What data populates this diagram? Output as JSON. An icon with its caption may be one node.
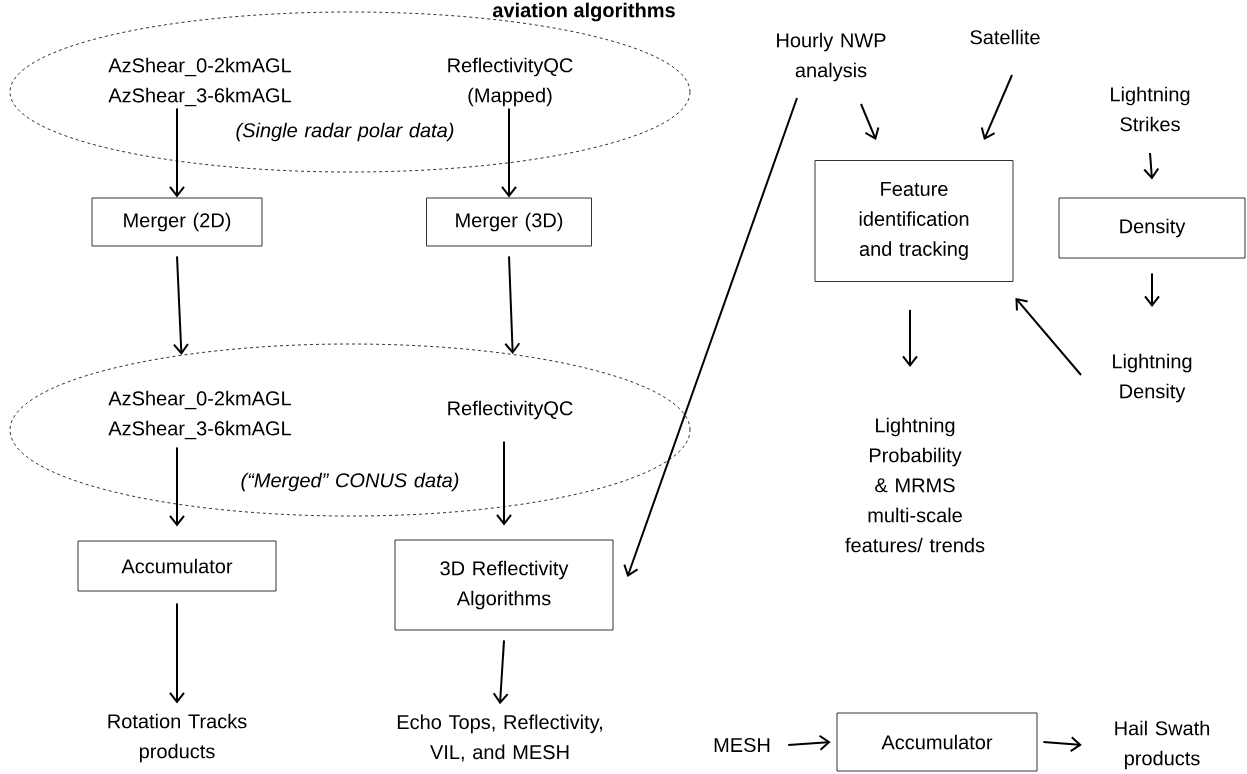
{
  "diagram": {
    "title": "aviation algorithms",
    "nodes": [
      {
        "text": [
          "(Single radar polar data)"
        ]
      },
      {
        "text": [
          "AzShear_0-2kmAGL AzShear_3-6kmAGL"
        ],
        "in": 0
      },
      {
        "text": [
          "ReflectivityQC (Mapped)"
        ],
        "in": 0
      },
      {
        "text": [
          "Merger (2D)"
        ]
      },
      {
        "text": [
          "Merger (3D)"
        ]
      },
      {
        "text": [
          "(“Merged” CONUS data)"
        ]
      },
      {
        "text": [
          "AzShear_0-2kmAGL AzShear_3-6kmAGL"
        ],
        "in": 5
      },
      {
        "text": [
          "ReflectivityQC"
        ],
        "in": 5
      },
      {
        "text": [
          "Accumulator"
        ]
      },
      {
        "text": [
          "3D Reflectivity Algorithms"
        ]
      },
      {
        "text": [
          "Rotation Tracks products"
        ]
      },
      {
        "text": [
          "Echo Tops, Reflectivity, VIL, and MESH"
        ]
      },
      {
        "text": [
          "Hourly NWP analysis"
        ]
      },
      {
        "text": [
          "Satellite"
        ]
      },
      {
        "text": [
          "Feature identification and tracking"
        ]
      },
      {
        "text": [
          "Lightning Strikes"
        ]
      },
      {
        "text": [
          "Density"
        ]
      },
      {
        "text": [
          "Lightning Density"
        ]
      },
      {
        "text": [
          "Lightning Probability & MRMS multi-scale features/ trends"
        ]
      },
      {
        "text": [
          "MESH"
        ]
      },
      {
        "text": [
          "Accumulator"
        ]
      },
      {
        "text": [
          "Hail Swath products"
        ]
      }
    ],
    "edges": [
      {
        "from": 1,
        "to": 3,
        "arrow": "to"
      },
      {
        "from": 2,
        "to": 4,
        "arrow": "to"
      },
      {
        "from": 3,
        "to": 5,
        "arrow": "to"
      },
      {
        "from": 4,
        "to": 5,
        "arrow": "to"
      },
      {
        "from": 6,
        "to": 8,
        "arrow": "to"
      },
      {
        "from": 7,
        "to": 9,
        "arrow": "to"
      },
      {
        "from": 8,
        "to": 10,
        "arrow": "to"
      },
      {
        "from": 9,
        "to": 11,
        "arrow": "to"
      },
      {
        "from": 12,
        "to": 9,
        "arrow": "to"
      },
      {
        "from": 12,
        "to": 14,
        "arrow": "to"
      },
      {
        "from": 13,
        "to": 14,
        "arrow": "to"
      },
      {
        "from": 15,
        "to": 16,
        "arrow": "to"
      },
      {
        "from": 16,
        "to": 17,
        "arrow": "to"
      },
      {
        "from": 17,
        "to": 14,
        "arrow": "to"
      },
      {
        "from": 14,
        "to": 18,
        "arrow": "to"
      },
      {
        "from": 19,
        "to": 20,
        "arrow": "to"
      },
      {
        "from": 20,
        "to": 21,
        "arrow": "to"
      }
    ]
  }
}
